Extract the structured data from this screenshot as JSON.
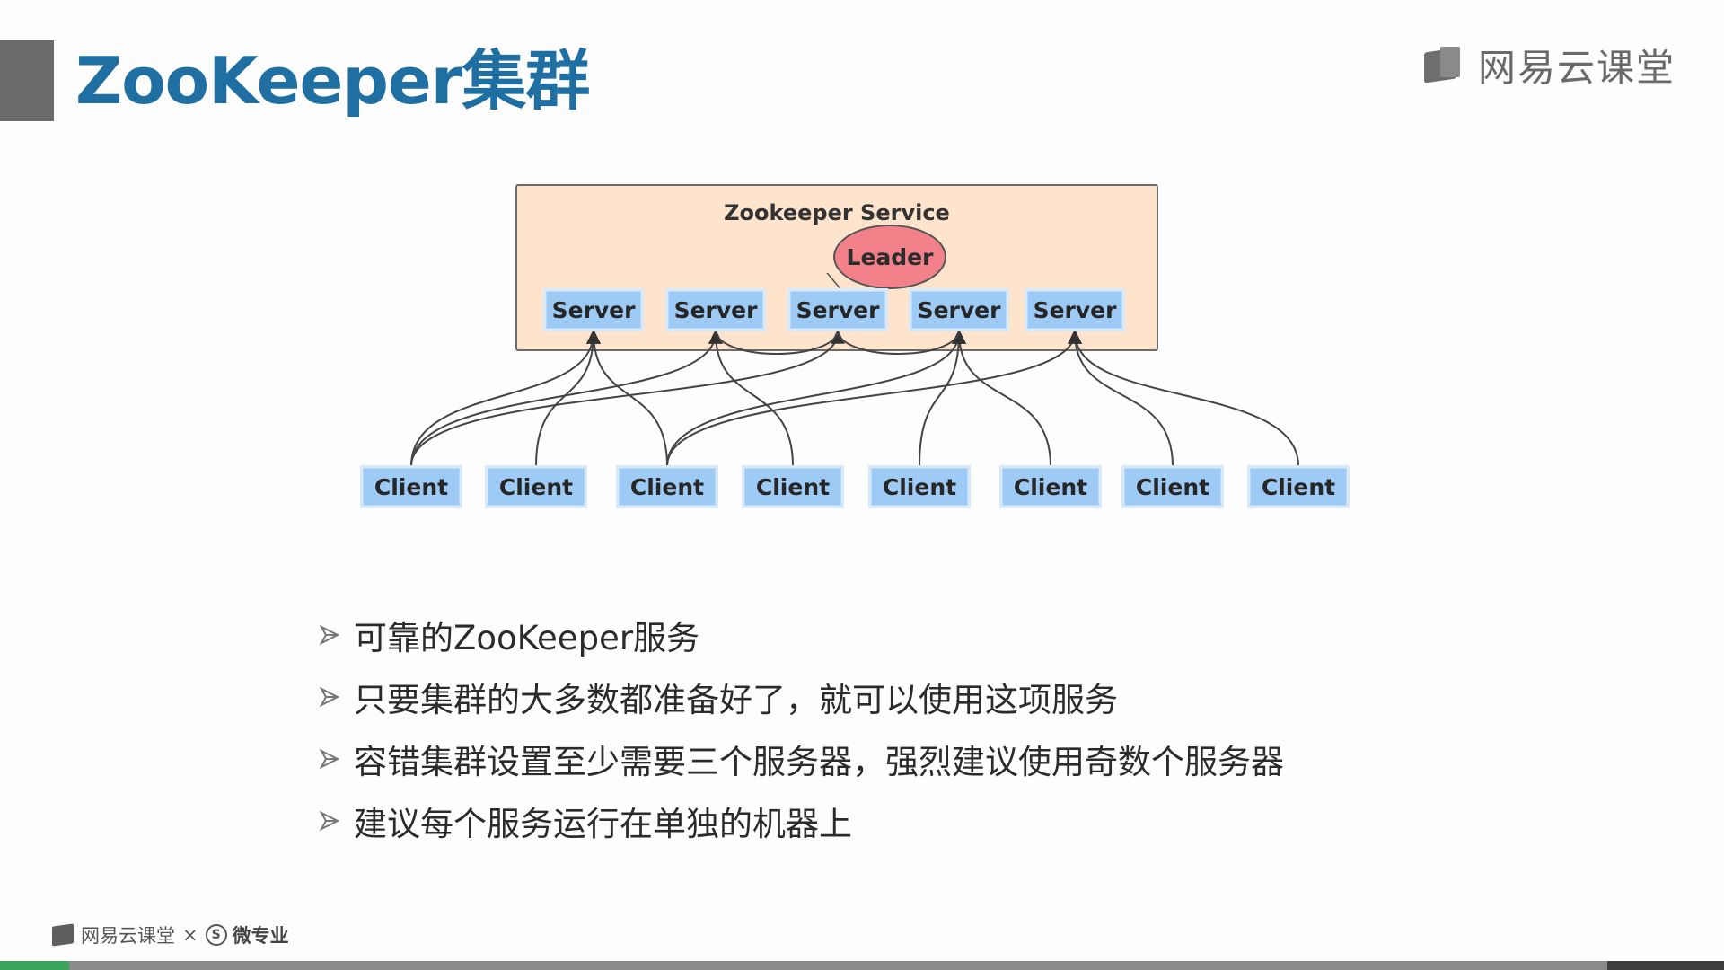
{
  "slide": {
    "title": "ZooKeeper集群",
    "brand": "网易云课堂",
    "brand_icon": "book-icon"
  },
  "diagram": {
    "service_label": "Zookeeper Service",
    "leader_label": "Leader",
    "servers": [
      "Server",
      "Server",
      "Server",
      "Server",
      "Server"
    ],
    "clients": [
      "Client",
      "Client",
      "Client",
      "Client",
      "Client",
      "Client",
      "Client",
      "Client"
    ],
    "leader_server_index": 2,
    "connections": [
      [
        0,
        0
      ],
      [
        1,
        0
      ],
      [
        2,
        0
      ],
      [
        3,
        1
      ],
      [
        4,
        3
      ],
      [
        5,
        3
      ],
      [
        6,
        4
      ],
      [
        7,
        4
      ],
      [
        0,
        1
      ],
      [
        0,
        2
      ],
      [
        2,
        3
      ],
      [
        2,
        4
      ]
    ],
    "colors": {
      "service_fill": "#ffe4cd",
      "node_fill": "#9ecbf5",
      "leader_fill": "#f2818a"
    }
  },
  "bullets": [
    "可靠的ZooKeeper服务",
    "只要集群的大多数都准备好了，就可以使用这项服务",
    "容错集群设置至少需要三个服务器，强烈建议使用奇数个服务器",
    "建议每个服务运行在单独的机器上"
  ],
  "bullet_icon": "arrowhead-icon",
  "footer": {
    "brand": "网易云课堂",
    "separator": "×",
    "partner_symbol": "S",
    "partner": "微专业"
  },
  "progress": {
    "fraction": 0.04
  }
}
